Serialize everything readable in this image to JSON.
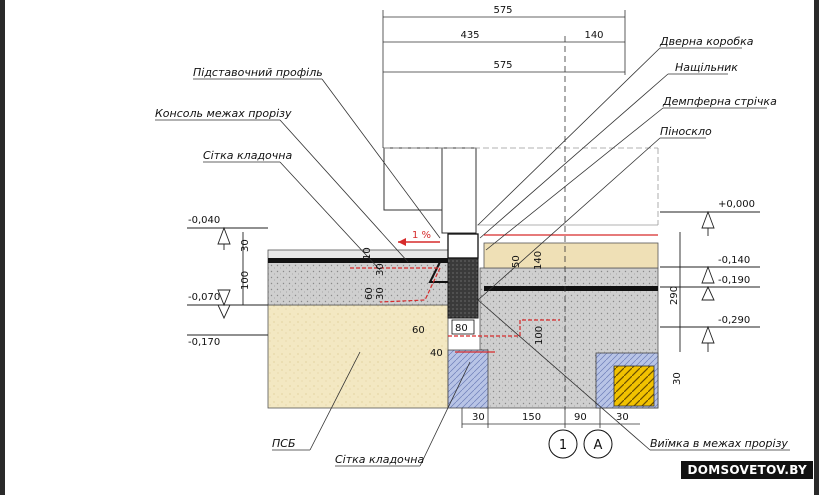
{
  "dims_top": {
    "total_top": "575",
    "seg_a": "435",
    "seg_b": "140",
    "total_2": "575"
  },
  "labels": {
    "pidst_profile": "Підставочний профіль",
    "console": "Консоль межах прорізу",
    "mesh_top": "Сітка кладочна",
    "door_box": "Дверна коробка",
    "nash": "Нащільник",
    "damper": "Демпферна стрічка",
    "foam": "Піноскло",
    "psb": "ПСБ",
    "mesh_bottom": "Сітка кладочна",
    "cutout": "Виїмка в межах прорізу"
  },
  "levels_left": {
    "l1": "-0,040",
    "l2": "-0,070",
    "l3": "-0,170"
  },
  "levels_right": {
    "r0": "+0,000",
    "r1": "-0,140",
    "r2": "-0,190",
    "r3": "-0,290"
  },
  "slope": "1 %",
  "small_dims": {
    "d30a": "30",
    "d100": "100",
    "d10": "10",
    "d30b": "30",
    "d60a": "60",
    "d30c": "30",
    "d50": "50",
    "d140": "140",
    "d290": "290",
    "d60b": "60",
    "d80": "80",
    "d40": "40",
    "d100b": "100",
    "d30d": "30",
    "d150": "150",
    "d90": "90",
    "d30e": "30"
  },
  "markers": {
    "m1": "1",
    "mA": "A"
  },
  "watermark": "DOMSOVETOV.BY",
  "colors": {
    "concrete": "#c9c9c9",
    "psb": "#f2e6bd",
    "blue_insul": "#b9c6e6",
    "red_line": "#d62b2b",
    "yellow": "#f2c200"
  }
}
